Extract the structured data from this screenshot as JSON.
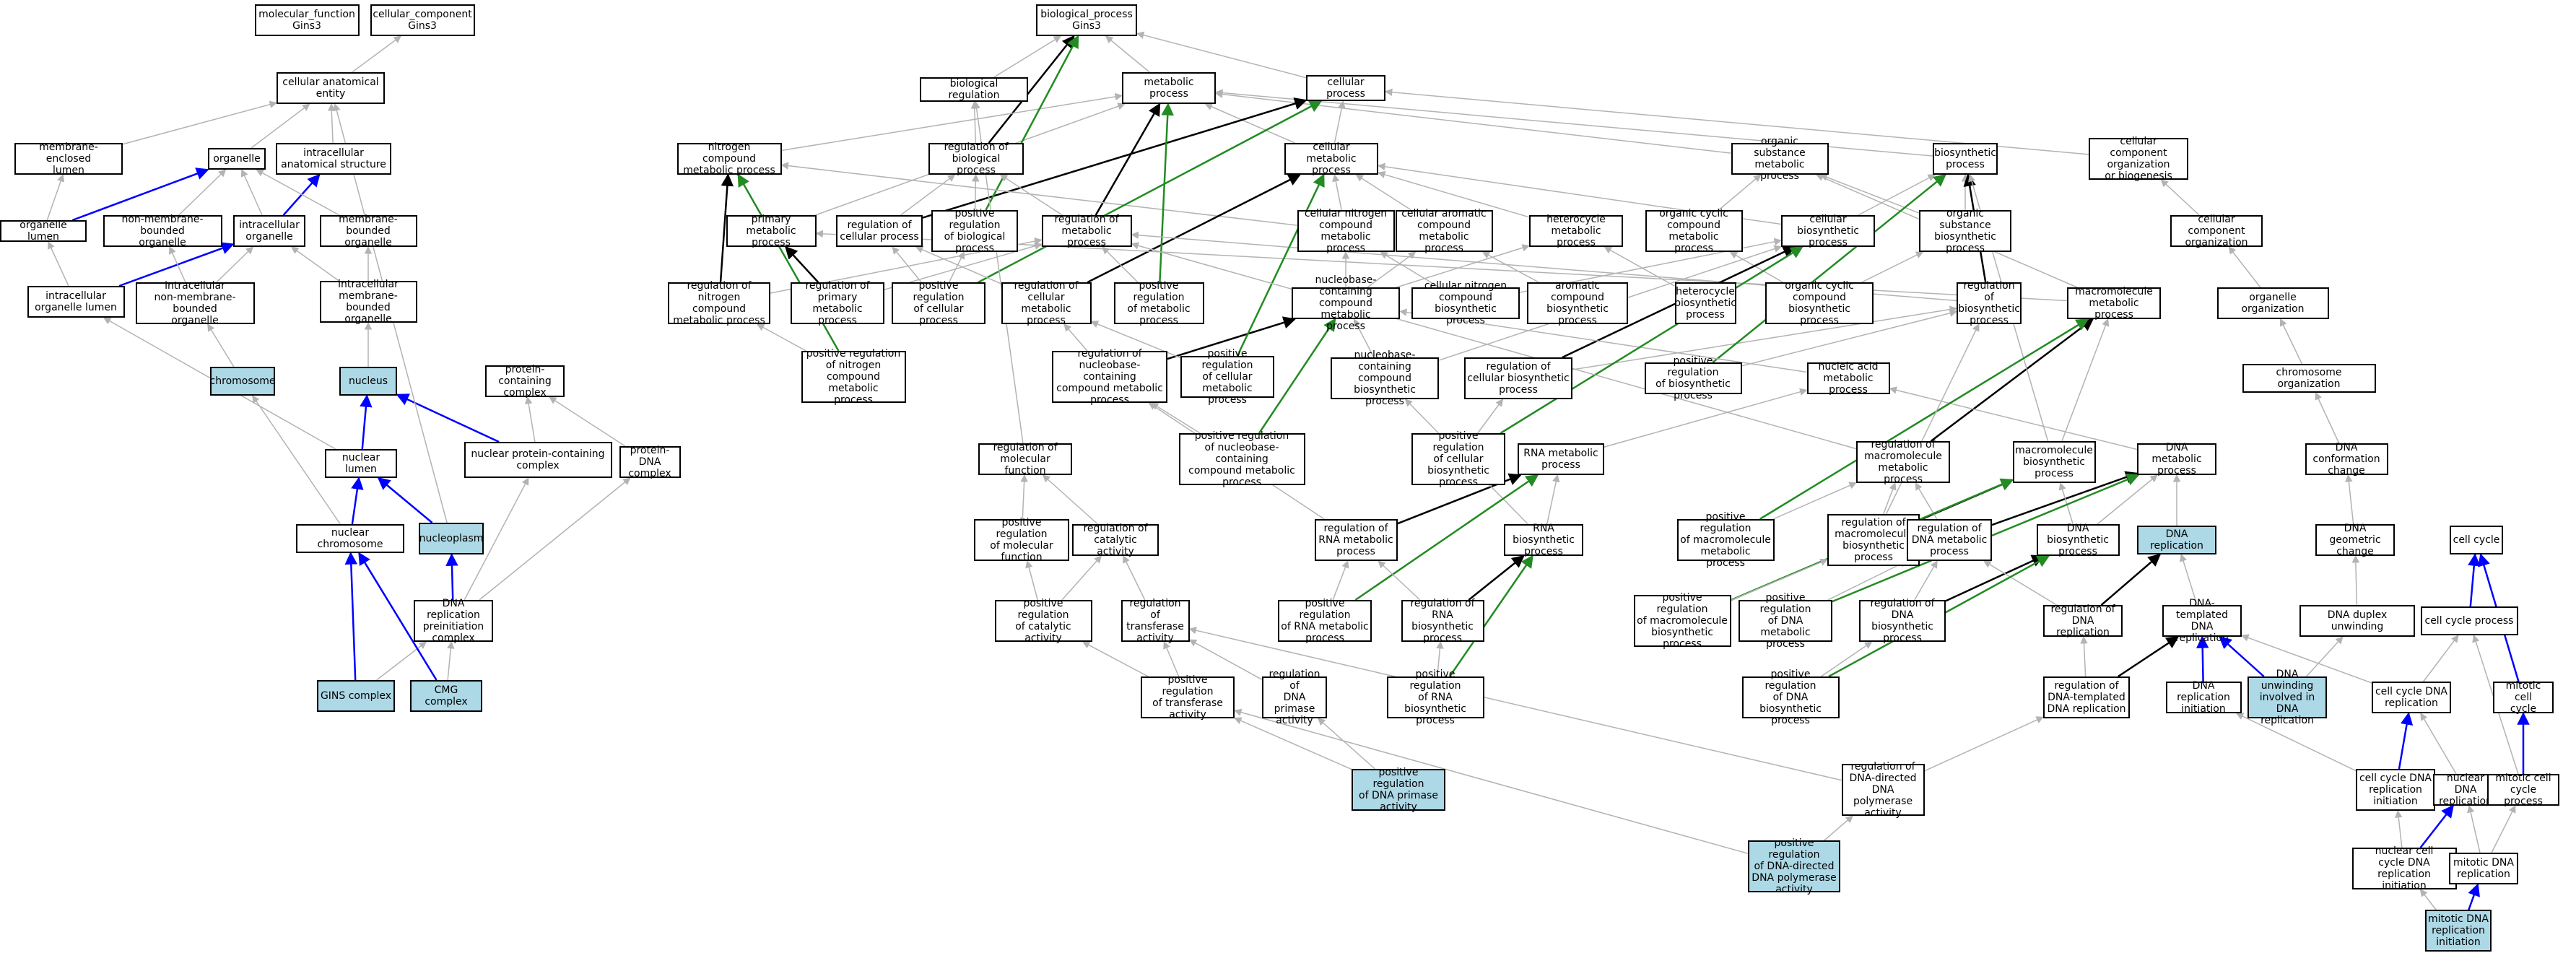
{
  "nodes": [
    {
      "id": "mf",
      "label": "molecular_function\nGins3"
    },
    {
      "id": "cc",
      "label": "cellular_component\nGins3"
    },
    {
      "id": "bp",
      "label": "biological_process\nGins3"
    },
    {
      "id": "cae",
      "label": "cellular anatomical\nentity"
    },
    {
      "id": "mel",
      "label": "membrane-enclosed\nlumen"
    },
    {
      "id": "org",
      "label": "organelle"
    },
    {
      "id": "ias",
      "label": "intracellular\nanatomical structure"
    },
    {
      "id": "ol",
      "label": "organelle lumen"
    },
    {
      "id": "nmbo",
      "label": "non-membrane-bounded\norganelle"
    },
    {
      "id": "io",
      "label": "intracellular\norganelle"
    },
    {
      "id": "mbo",
      "label": "membrane-bounded\norganelle"
    },
    {
      "id": "iol",
      "label": "intracellular\norganelle lumen"
    },
    {
      "id": "inmbo",
      "label": "intracellular\nnon-membrane-bounded\norganelle"
    },
    {
      "id": "imbo",
      "label": "intracellular\nmembrane-bounded\norganelle"
    },
    {
      "id": "chr",
      "label": "chromosome",
      "hl": true
    },
    {
      "id": "nuc",
      "label": "nucleus",
      "hl": true
    },
    {
      "id": "pcc",
      "label": "protein-containing\ncomplex"
    },
    {
      "id": "nl",
      "label": "nuclear lumen"
    },
    {
      "id": "npcc",
      "label": "nuclear protein-containing\ncomplex"
    },
    {
      "id": "pdc",
      "label": "protein-DNA\ncomplex"
    },
    {
      "id": "nchr",
      "label": "nuclear chromosome"
    },
    {
      "id": "nplasm",
      "label": "nucleoplasm",
      "hl": true
    },
    {
      "id": "drpc",
      "label": "DNA replication\npreinitiation\ncomplex"
    },
    {
      "id": "gins",
      "label": "GINS complex",
      "hl": true
    },
    {
      "id": "cmg",
      "label": "CMG complex",
      "hl": true
    },
    {
      "id": "breg",
      "label": "biological regulation"
    },
    {
      "id": "mp",
      "label": "metabolic process"
    },
    {
      "id": "cp",
      "label": "cellular process"
    },
    {
      "id": "rbp",
      "label": "regulation of\nbiological process"
    },
    {
      "id": "ncmp",
      "label": "nitrogen compound\nmetabolic process"
    },
    {
      "id": "cmp",
      "label": "cellular metabolic\nprocess"
    },
    {
      "id": "osmp",
      "label": "organic substance\nmetabolic process"
    },
    {
      "id": "bsp",
      "label": "biosynthetic\nprocess"
    },
    {
      "id": "ccob",
      "label": "cellular component\norganization\nor biogenesis"
    },
    {
      "id": "pmp",
      "label": "primary metabolic\nprocess"
    },
    {
      "id": "rcp",
      "label": "regulation of\ncellular process"
    },
    {
      "id": "prbp",
      "label": "positive regulation\nof biological\nprocess"
    },
    {
      "id": "rmp",
      "label": "regulation of\nmetabolic process"
    },
    {
      "id": "cncmp",
      "label": "cellular nitrogen\ncompound metabolic\nprocess"
    },
    {
      "id": "camp",
      "label": "cellular aromatic\ncompound metabolic\nprocess"
    },
    {
      "id": "hmp",
      "label": "heterocycle\nmetabolic process"
    },
    {
      "id": "occmp",
      "label": "organic cyclic\ncompound metabolic\nprocess"
    },
    {
      "id": "cbp",
      "label": "cellular biosynthetic\nprocess"
    },
    {
      "id": "osbp",
      "label": "organic substance\nbiosynthetic\nprocess"
    },
    {
      "id": "cco",
      "label": "cellular component\norganization"
    },
    {
      "id": "rncmp",
      "label": "regulation of\nnitrogen compound\nmetabolic process"
    },
    {
      "id": "rpmp",
      "label": "regulation of\nprimary metabolic\nprocess"
    },
    {
      "id": "prcp",
      "label": "positive regulation\nof cellular\nprocess"
    },
    {
      "id": "rcmp",
      "label": "regulation of\ncellular metabolic\nprocess"
    },
    {
      "id": "prmp",
      "label": "positive regulation\nof metabolic\nprocess"
    },
    {
      "id": "ncbcmp",
      "label": "nucleobase-containing\ncompound metabolic\nprocess"
    },
    {
      "id": "cncbp",
      "label": "cellular nitrogen\ncompound biosynthetic\nprocess"
    },
    {
      "id": "acbp",
      "label": "aromatic compound\nbiosynthetic\nprocess"
    },
    {
      "id": "hbp",
      "label": "heterocycle\nbiosynthetic\nprocess"
    },
    {
      "id": "occbp",
      "label": "organic cyclic\ncompound biosynthetic\nprocess"
    },
    {
      "id": "rbsp",
      "label": "regulation of\nbiosynthetic\nprocess"
    },
    {
      "id": "mmp",
      "label": "macromolecule\nmetabolic process"
    },
    {
      "id": "oo",
      "label": "organelle organization"
    },
    {
      "id": "prncmp",
      "label": "positive regulation\nof nitrogen\ncompound metabolic\nprocess"
    },
    {
      "id": "rncbcmp",
      "label": "regulation of\nnucleobase-containing\ncompound metabolic\nprocess"
    },
    {
      "id": "prcmp",
      "label": "positive regulation\nof cellular\nmetabolic process"
    },
    {
      "id": "ncbcbp",
      "label": "nucleobase-containing\ncompound biosynthetic\nprocess"
    },
    {
      "id": "rcbp",
      "label": "regulation of\ncellular biosynthetic\nprocess"
    },
    {
      "id": "prbsp",
      "label": "positive regulation\nof biosynthetic\nprocess"
    },
    {
      "id": "namp",
      "label": "nucleic acid\nmetabolic process"
    },
    {
      "id": "co",
      "label": "chromosome organization"
    },
    {
      "id": "rmf",
      "label": "regulation of\nmolecular function"
    },
    {
      "id": "prncbcmp",
      "label": "positive regulation\nof nucleobase-containing\ncompound metabolic\nprocess"
    },
    {
      "id": "prcbp",
      "label": "positive regulation\nof cellular\nbiosynthetic\nprocess"
    },
    {
      "id": "rnamp",
      "label": "RNA metabolic\nprocess"
    },
    {
      "id": "rmmp",
      "label": "regulation of\nmacromolecule\nmetabolic process"
    },
    {
      "id": "mbp",
      "label": "macromolecule\nbiosynthetic\nprocess"
    },
    {
      "id": "dmp",
      "label": "DNA metabolic\nprocess"
    },
    {
      "id": "dcc",
      "label": "DNA conformation\nchange"
    },
    {
      "id": "prmf",
      "label": "positive regulation\nof molecular\nfunction"
    },
    {
      "id": "rca",
      "label": "regulation of\ncatalytic activity"
    },
    {
      "id": "rrnamp",
      "label": "regulation of\nRNA metabolic\nprocess"
    },
    {
      "id": "rnabp",
      "label": "RNA biosynthetic\nprocess"
    },
    {
      "id": "prmmp",
      "label": "positive regulation\nof macromolecule\nmetabolic process"
    },
    {
      "id": "rmbp",
      "label": "regulation of\nmacromolecule\nbiosynthetic\nprocess"
    },
    {
      "id": "rdmp",
      "label": "regulation of\nDNA metabolic\nprocess"
    },
    {
      "id": "dbp",
      "label": "DNA biosynthetic\nprocess"
    },
    {
      "id": "dr",
      "label": "DNA replication",
      "hl": true
    },
    {
      "id": "dgc",
      "label": "DNA geometric\nchange"
    },
    {
      "id": "cc2",
      "label": "cell cycle"
    },
    {
      "id": "prca",
      "label": "positive regulation\nof catalytic\nactivity"
    },
    {
      "id": "rta",
      "label": "regulation of\ntransferase\nactivity"
    },
    {
      "id": "prrnamp",
      "label": "positive regulation\nof RNA metabolic\nprocess"
    },
    {
      "id": "rrnabp",
      "label": "regulation of\nRNA biosynthetic\nprocess"
    },
    {
      "id": "prmbp",
      "label": "positive regulation\nof macromolecule\nbiosynthetic\nprocess"
    },
    {
      "id": "prdmp",
      "label": "positive regulation\nof DNA metabolic\nprocess"
    },
    {
      "id": "rdbp",
      "label": "regulation of\nDNA biosynthetic\nprocess"
    },
    {
      "id": "rdr",
      "label": "regulation of\nDNA replication"
    },
    {
      "id": "dtdr",
      "label": "DNA-templated\nDNA replication"
    },
    {
      "id": "ddu",
      "label": "DNA duplex unwinding"
    },
    {
      "id": "ccp",
      "label": "cell cycle process"
    },
    {
      "id": "prta",
      "label": "positive regulation\nof transferase\nactivity"
    },
    {
      "id": "rdpa",
      "label": "regulation of\nDNA primase\nactivity"
    },
    {
      "id": "prrnabp",
      "label": "positive regulation\nof RNA biosynthetic\nprocess"
    },
    {
      "id": "prdbp",
      "label": "positive regulation\nof DNA biosynthetic\nprocess"
    },
    {
      "id": "rdtdr",
      "label": "regulation of\nDNA-templated\nDNA replication"
    },
    {
      "id": "dri",
      "label": "DNA replication\ninitiation"
    },
    {
      "id": "duidr",
      "label": "DNA unwinding\ninvolved in\nDNA replication",
      "hl": true
    },
    {
      "id": "ccdr",
      "label": "cell cycle DNA\nreplication"
    },
    {
      "id": "mcc",
      "label": "mitotic cell\ncycle"
    },
    {
      "id": "prdpa",
      "label": "positive regulation\nof DNA primase\nactivity",
      "hl": true
    },
    {
      "id": "rddpa",
      "label": "regulation of\nDNA-directed\nDNA polymerase\nactivity"
    },
    {
      "id": "ccdri",
      "label": "cell cycle DNA\nreplication\ninitiation"
    },
    {
      "id": "ndr",
      "label": "nuclear DNA\nreplication"
    },
    {
      "id": "mccp",
      "label": "mitotic cell\ncycle process"
    },
    {
      "id": "prddpa",
      "label": "positive regulation\nof DNA-directed\nDNA polymerase\nactivity",
      "hl": true
    },
    {
      "id": "nccdri",
      "label": "nuclear cell\ncycle DNA replication\ninitiation"
    },
    {
      "id": "mdr",
      "label": "mitotic DNA\nreplication"
    },
    {
      "id": "mdri",
      "label": "mitotic DNA\nreplication\ninitiation",
      "hl": true
    }
  ],
  "edges": [
    [
      "cae",
      "cc",
      "gray"
    ],
    [
      "mel",
      "cae",
      "gray"
    ],
    [
      "org",
      "cae",
      "gray"
    ],
    [
      "ias",
      "cae",
      "gray"
    ],
    [
      "ol",
      "mel",
      "gray"
    ],
    [
      "ol",
      "org",
      "blue"
    ],
    [
      "nmbo",
      "org",
      "gray"
    ],
    [
      "io",
      "org",
      "gray"
    ],
    [
      "io",
      "ias",
      "blue"
    ],
    [
      "mbo",
      "org",
      "gray"
    ],
    [
      "iol",
      "ol",
      "gray"
    ],
    [
      "iol",
      "io",
      "blue"
    ],
    [
      "inmbo",
      "nmbo",
      "gray"
    ],
    [
      "inmbo",
      "io",
      "gray"
    ],
    [
      "imbo",
      "io",
      "gray"
    ],
    [
      "imbo",
      "mbo",
      "gray"
    ],
    [
      "chr",
      "inmbo",
      "gray"
    ],
    [
      "nuc",
      "imbo",
      "gray"
    ],
    [
      "nl",
      "nuc",
      "blue"
    ],
    [
      "nl",
      "iol",
      "gray"
    ],
    [
      "npcc",
      "nuc",
      "blue"
    ],
    [
      "npcc",
      "pcc",
      "gray"
    ],
    [
      "pdc",
      "pcc",
      "gray"
    ],
    [
      "nchr",
      "chr",
      "gray"
    ],
    [
      "nchr",
      "nl",
      "blue"
    ],
    [
      "nplasm",
      "nl",
      "blue"
    ],
    [
      "nplasm",
      "cae",
      "gray"
    ],
    [
      "drpc",
      "nplasm",
      "blue"
    ],
    [
      "drpc",
      "npcc",
      "gray"
    ],
    [
      "drpc",
      "pdc",
      "gray"
    ],
    [
      "gins",
      "nchr",
      "blue"
    ],
    [
      "gins",
      "drpc",
      "gray"
    ],
    [
      "cmg",
      "nchr",
      "blue"
    ],
    [
      "cmg",
      "drpc",
      "gray"
    ],
    [
      "breg",
      "bp",
      "gray"
    ],
    [
      "mp",
      "bp",
      "gray"
    ],
    [
      "cp",
      "bp",
      "gray"
    ],
    [
      "rbp",
      "bp",
      "black"
    ],
    [
      "rbp",
      "breg",
      "gray"
    ],
    [
      "ncmp",
      "mp",
      "gray"
    ],
    [
      "cmp",
      "mp",
      "gray"
    ],
    [
      "cmp",
      "cp",
      "gray"
    ],
    [
      "osmp",
      "mp",
      "gray"
    ],
    [
      "bsp",
      "mp",
      "gray"
    ],
    [
      "ccob",
      "cp",
      "gray"
    ],
    [
      "pmp",
      "mp",
      "gray"
    ],
    [
      "rcp",
      "cp",
      "black"
    ],
    [
      "rcp",
      "rbp",
      "gray"
    ],
    [
      "prbp",
      "bp",
      "green"
    ],
    [
      "prbp",
      "rbp",
      "gray"
    ],
    [
      "rmp",
      "mp",
      "black"
    ],
    [
      "rmp",
      "rbp",
      "gray"
    ],
    [
      "cncmp",
      "cmp",
      "gray"
    ],
    [
      "cncmp",
      "ncmp",
      "gray"
    ],
    [
      "camp",
      "cmp",
      "gray"
    ],
    [
      "hmp",
      "cmp",
      "gray"
    ],
    [
      "occmp",
      "osmp",
      "gray"
    ],
    [
      "cbp",
      "cmp",
      "gray"
    ],
    [
      "cbp",
      "bsp",
      "gray"
    ],
    [
      "osbp",
      "osmp",
      "gray"
    ],
    [
      "osbp",
      "bsp",
      "gray"
    ],
    [
      "cco",
      "ccob",
      "gray"
    ],
    [
      "rncmp",
      "ncmp",
      "black"
    ],
    [
      "rncmp",
      "rmp",
      "gray"
    ],
    [
      "rpmp",
      "pmp",
      "black"
    ],
    [
      "rpmp",
      "rmp",
      "gray"
    ],
    [
      "prcp",
      "cp",
      "green"
    ],
    [
      "prcp",
      "rcp",
      "gray"
    ],
    [
      "prcp",
      "prbp",
      "gray"
    ],
    [
      "rcmp",
      "cmp",
      "black"
    ],
    [
      "rcmp",
      "rcp",
      "gray"
    ],
    [
      "prmp",
      "mp",
      "green"
    ],
    [
      "prmp",
      "rmp",
      "gray"
    ],
    [
      "ncbcmp",
      "cncmp",
      "gray"
    ],
    [
      "ncbcmp",
      "camp",
      "gray"
    ],
    [
      "ncbcmp",
      "hmp",
      "gray"
    ],
    [
      "cncbp",
      "cncmp",
      "gray"
    ],
    [
      "cncbp",
      "cbp",
      "gray"
    ],
    [
      "acbp",
      "camp",
      "gray"
    ],
    [
      "hbp",
      "hmp",
      "gray"
    ],
    [
      "occbp",
      "occmp",
      "gray"
    ],
    [
      "occbp",
      "osbp",
      "gray"
    ],
    [
      "rbsp",
      "bsp",
      "black"
    ],
    [
      "rbsp",
      "rmp",
      "gray"
    ],
    [
      "mmp",
      "pmp",
      "gray"
    ],
    [
      "mmp",
      "osmp",
      "gray"
    ],
    [
      "oo",
      "cco",
      "gray"
    ],
    [
      "prncmp",
      "ncmp",
      "green"
    ],
    [
      "prncmp",
      "rncmp",
      "gray"
    ],
    [
      "rncbcmp",
      "ncbcmp",
      "black"
    ],
    [
      "rncbcmp",
      "rcmp",
      "gray"
    ],
    [
      "prcmp",
      "cmp",
      "green"
    ],
    [
      "prcmp",
      "rcmp",
      "gray"
    ],
    [
      "ncbcbp",
      "ncbcmp",
      "gray"
    ],
    [
      "ncbcbp",
      "cbp",
      "gray"
    ],
    [
      "rcbp",
      "cbp",
      "black"
    ],
    [
      "rcbp",
      "rbsp",
      "gray"
    ],
    [
      "prbsp",
      "bsp",
      "green"
    ],
    [
      "prbsp",
      "rbsp",
      "gray"
    ],
    [
      "namp",
      "ncbcmp",
      "gray"
    ],
    [
      "co",
      "oo",
      "gray"
    ],
    [
      "rmf",
      "breg",
      "gray"
    ],
    [
      "prncbcmp",
      "ncbcmp",
      "green"
    ],
    [
      "prncbcmp",
      "rncbcmp",
      "gray"
    ],
    [
      "prcbp",
      "cbp",
      "green"
    ],
    [
      "prcbp",
      "rcbp",
      "gray"
    ],
    [
      "rnamp",
      "namp",
      "gray"
    ],
    [
      "rmmp",
      "mmp",
      "black"
    ],
    [
      "rmmp",
      "rmp",
      "gray"
    ],
    [
      "mbp",
      "mmp",
      "gray"
    ],
    [
      "mbp",
      "bsp",
      "gray"
    ],
    [
      "dmp",
      "namp",
      "gray"
    ],
    [
      "dcc",
      "co",
      "gray"
    ],
    [
      "prmf",
      "rmf",
      "gray"
    ],
    [
      "rca",
      "rmf",
      "gray"
    ],
    [
      "rrnamp",
      "rnamp",
      "black"
    ],
    [
      "rrnamp",
      "rncbcmp",
      "gray"
    ],
    [
      "rnabp",
      "rnamp",
      "gray"
    ],
    [
      "rnabp",
      "ncbcbp",
      "gray"
    ],
    [
      "prmmp",
      "mmp",
      "green"
    ],
    [
      "prmmp",
      "rmmp",
      "gray"
    ],
    [
      "rmbp",
      "mbp",
      "black"
    ],
    [
      "rmbp",
      "rmmp",
      "gray"
    ],
    [
      "rmbp",
      "rbsp",
      "gray"
    ],
    [
      "rdmp",
      "dmp",
      "black"
    ],
    [
      "rdmp",
      "rmmp",
      "gray"
    ],
    [
      "dbp",
      "dmp",
      "gray"
    ],
    [
      "dbp",
      "mbp",
      "gray"
    ],
    [
      "dr",
      "dmp",
      "gray"
    ],
    [
      "dgc",
      "dcc",
      "gray"
    ],
    [
      "prca",
      "rca",
      "gray"
    ],
    [
      "prca",
      "prmf",
      "gray"
    ],
    [
      "rta",
      "rca",
      "gray"
    ],
    [
      "prrnamp",
      "rnamp",
      "green"
    ],
    [
      "prrnamp",
      "rrnamp",
      "gray"
    ],
    [
      "rrnabp",
      "rnabp",
      "black"
    ],
    [
      "rrnabp",
      "rrnamp",
      "gray"
    ],
    [
      "prmbp",
      "mbp",
      "green"
    ],
    [
      "prmbp",
      "rmbp",
      "gray"
    ],
    [
      "prdmp",
      "dmp",
      "green"
    ],
    [
      "prdmp",
      "rdmp",
      "gray"
    ],
    [
      "rdbp",
      "dbp",
      "black"
    ],
    [
      "rdbp",
      "rdmp",
      "gray"
    ],
    [
      "rdr",
      "dr",
      "black"
    ],
    [
      "rdr",
      "rdmp",
      "gray"
    ],
    [
      "dtdr",
      "dr",
      "gray"
    ],
    [
      "ddu",
      "dgc",
      "gray"
    ],
    [
      "ccp",
      "cc2",
      "blue"
    ],
    [
      "prta",
      "rta",
      "gray"
    ],
    [
      "prta",
      "prca",
      "gray"
    ],
    [
      "rdpa",
      "rta",
      "gray"
    ],
    [
      "prrnabp",
      "rnabp",
      "green"
    ],
    [
      "prrnabp",
      "rrnabp",
      "gray"
    ],
    [
      "prdbp",
      "dbp",
      "green"
    ],
    [
      "prdbp",
      "rdbp",
      "gray"
    ],
    [
      "rdtdr",
      "dtdr",
      "black"
    ],
    [
      "rdtdr",
      "rdr",
      "gray"
    ],
    [
      "dri",
      "dtdr",
      "blue"
    ],
    [
      "duidr",
      "dtdr",
      "blue"
    ],
    [
      "duidr",
      "ddu",
      "gray"
    ],
    [
      "ccdr",
      "dtdr",
      "gray"
    ],
    [
      "ccdr",
      "ccp",
      "gray"
    ],
    [
      "mcc",
      "cc2",
      "blue"
    ],
    [
      "prdpa",
      "prta",
      "gray"
    ],
    [
      "prdpa",
      "rdpa",
      "gray"
    ],
    [
      "rddpa",
      "rdtdr",
      "gray"
    ],
    [
      "rddpa",
      "rta",
      "gray"
    ],
    [
      "ccdri",
      "ccdr",
      "blue"
    ],
    [
      "ccdri",
      "dri",
      "gray"
    ],
    [
      "ndr",
      "ccdr",
      "gray"
    ],
    [
      "mccp",
      "ccp",
      "gray"
    ],
    [
      "mccp",
      "mcc",
      "blue"
    ],
    [
      "prddpa",
      "rddpa",
      "gray"
    ],
    [
      "prddpa",
      "prta",
      "gray"
    ],
    [
      "nccdri",
      "ndr",
      "blue"
    ],
    [
      "nccdri",
      "ccdri",
      "gray"
    ],
    [
      "mdr",
      "ndr",
      "gray"
    ],
    [
      "mdr",
      "mccp",
      "gray"
    ],
    [
      "mdri",
      "nccdri",
      "gray"
    ],
    [
      "mdri",
      "mdr",
      "blue"
    ]
  ],
  "colors": {
    "highlight": "#add8e6",
    "gray": "#b3b3b3",
    "black": "#000000",
    "blue": "#0000ff",
    "green": "#228b22"
  }
}
